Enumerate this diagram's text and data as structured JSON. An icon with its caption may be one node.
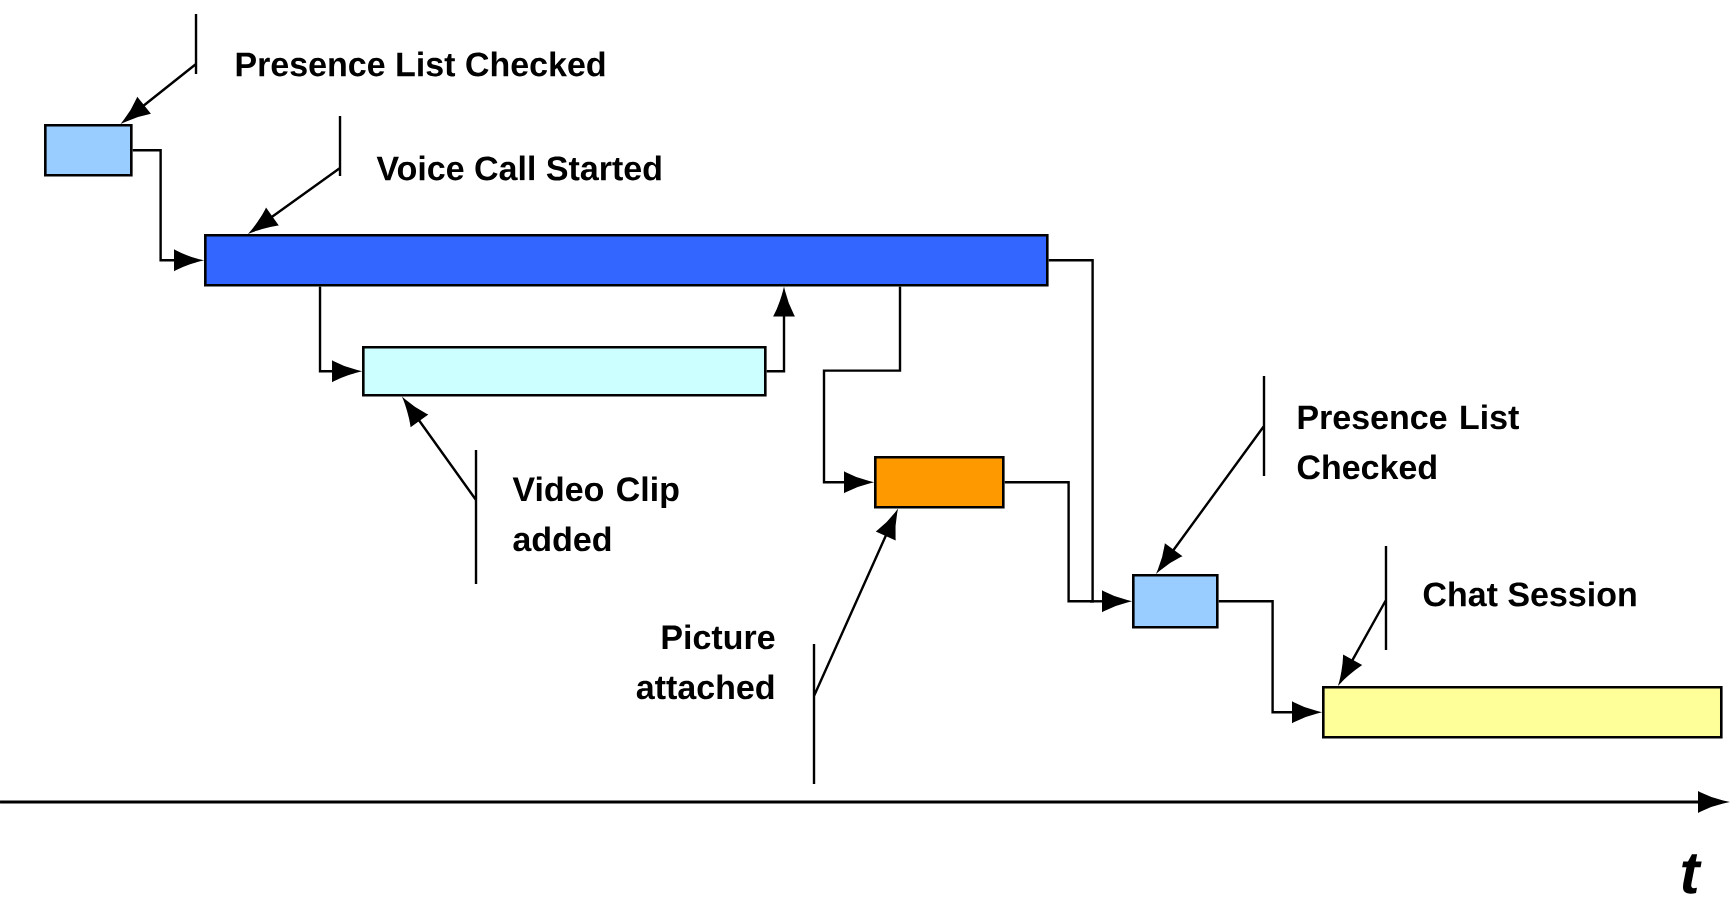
{
  "diagram": {
    "nodes": [
      {
        "text": [
          "Presence List Checked"
        ]
      },
      {
        "text": [],
        "shape": "bar"
      },
      {
        "text": [
          "Voice Call Started"
        ]
      },
      {
        "text": [],
        "shape": "bar"
      },
      {
        "text": [],
        "shape": "bar"
      },
      {
        "text": [
          "Video Clip added"
        ]
      },
      {
        "text": [],
        "shape": "bar"
      },
      {
        "text": [
          "Picture attached"
        ]
      },
      {
        "text": [
          "Presence List Checked"
        ]
      },
      {
        "text": [],
        "shape": "bar"
      },
      {
        "text": [
          "Chat Session"
        ]
      },
      {
        "text": [],
        "shape": "bar"
      }
    ],
    "edges": [
      {
        "from": 0,
        "to": 1,
        "arrow": "to"
      },
      {
        "from": 1,
        "to": 3,
        "arrow": "to"
      },
      {
        "from": 2,
        "to": 3,
        "arrow": "to"
      },
      {
        "from": 3,
        "to": 4,
        "arrow": "to"
      },
      {
        "from": 4,
        "to": 3,
        "arrow": "to"
      },
      {
        "from": 5,
        "to": 4,
        "arrow": "to"
      },
      {
        "from": 3,
        "to": 6,
        "arrow": "to"
      },
      {
        "from": 7,
        "to": 6,
        "arrow": "to"
      },
      {
        "from": 6,
        "to": 9,
        "arrow": "to"
      },
      {
        "from": 3,
        "to": 9,
        "arrow": "to"
      },
      {
        "from": 8,
        "to": 9,
        "arrow": "to"
      },
      {
        "from": 9,
        "to": 11,
        "arrow": "to"
      },
      {
        "from": 10,
        "to": 11,
        "arrow": "to"
      }
    ],
    "labels": [
      "t"
    ]
  }
}
